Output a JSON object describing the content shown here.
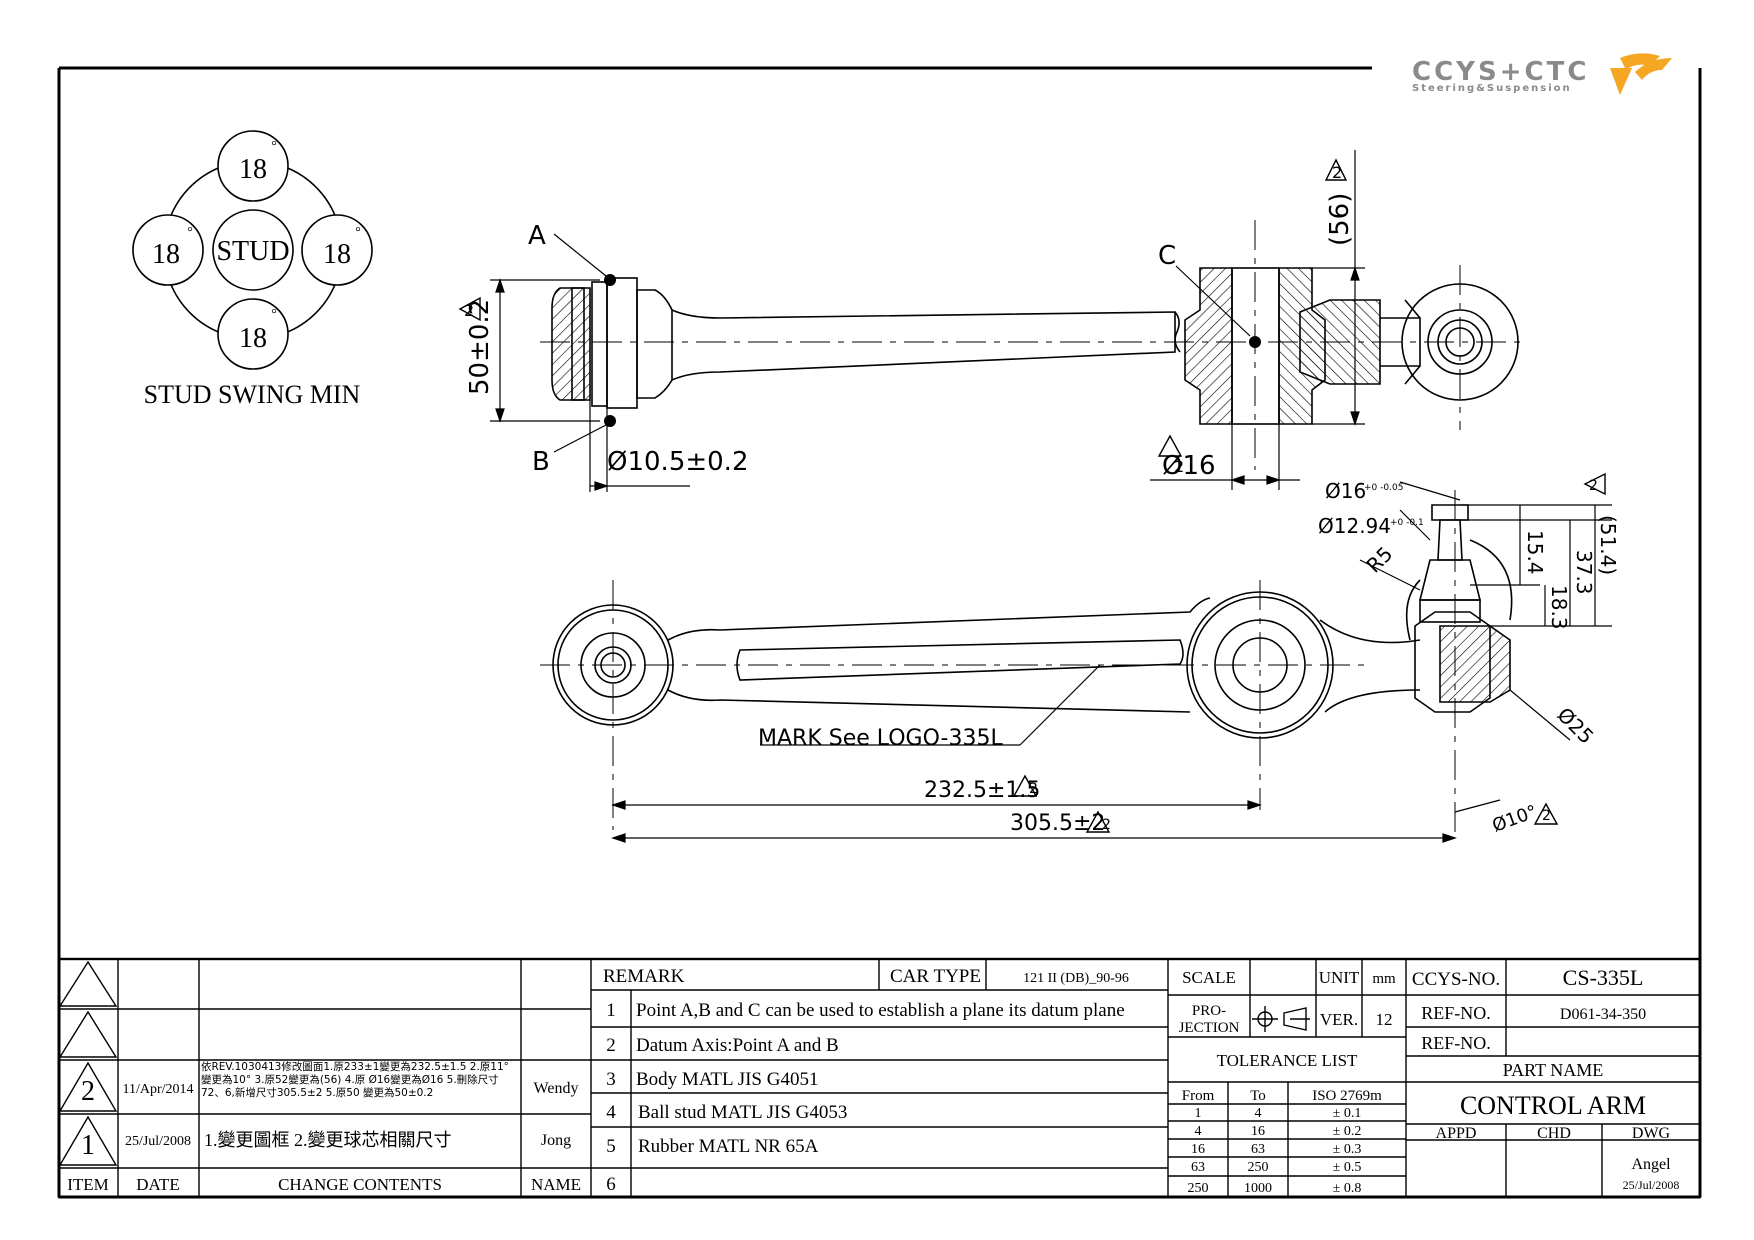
{
  "logo": {
    "brand": "CCYS+CTC",
    "tagline": "Steering&Suspension"
  },
  "stud_swing": {
    "center": "STUD",
    "angles": [
      "18",
      "18",
      "18",
      "18"
    ],
    "degree_mark": "°",
    "caption": "STUD SWING MIN"
  },
  "labels": {
    "point_a": "A",
    "point_b": "B",
    "point_c": "C",
    "dim_50": "50±0.2",
    "dim_10_5": "Ø10.5±0.2",
    "dim_56": "(56)",
    "dim_16": "Ø16",
    "dim_16_top": "Ø16",
    "dim_16_tol": "+0 -0.05",
    "dim_12_94": "Ø12.94",
    "dim_12_94_tol": "+0 -0.1",
    "dim_r5": "R5",
    "dim_15_4": "15.4",
    "dim_18_3": "18.3",
    "dim_37_3": "37.3",
    "dim_51_4": "(51.4)",
    "dim_25": "Ø25",
    "dim_10deg": "Ø10°",
    "mark_note": "MARK See LOGO-335L",
    "dim_232_5": "232.5±1.5",
    "dim_305_5": "305.5±2",
    "rev_num": "2"
  },
  "revisions": [
    {
      "item": "",
      "date": "",
      "contents": "",
      "name": ""
    },
    {
      "item": "",
      "date": "",
      "contents": "",
      "name": ""
    },
    {
      "item": "2",
      "date": "11/Apr/2014",
      "contents": "依REV.1030413修改圖面1.原233±1變更為232.5±1.5 2.原11°變更為10° 3.原52變更為(56) 4.原 Ø16變更為Ø16 5.刪除尺寸72、6,新增尺寸305.5±2 5.原50 變更為50±0.2",
      "name": "Wendy"
    },
    {
      "item": "1",
      "date": "25/Jul/2008",
      "contents": "1.變更圖框 2.變更球芯相關尺寸",
      "name": "Jong"
    }
  ],
  "rev_headers": {
    "item": "ITEM",
    "date": "DATE",
    "contents": "CHANGE CONTENTS",
    "name": "NAME"
  },
  "remark": {
    "title": "REMARK",
    "car_type_label": "CAR TYPE",
    "car_type": "121 II (DB)_90-96",
    "items": [
      {
        "n": "1",
        "text": "Point A,B and C can be used to establish a plane its datum plane"
      },
      {
        "n": "2",
        "text": "Datum Axis:Point A and B"
      },
      {
        "n": "3",
        "text": "Body MATL JIS G4051"
      },
      {
        "n": "4",
        "text": "Ball stud MATL JIS G4053"
      },
      {
        "n": "5",
        "text": "Rubber MATL NR 65A"
      },
      {
        "n": "6",
        "text": ""
      }
    ]
  },
  "scale": {
    "label": "SCALE",
    "value": ""
  },
  "unit": {
    "label": "UNIT",
    "value": "mm"
  },
  "projection": {
    "label1": "PRO-",
    "label2": "JECTION"
  },
  "ver": {
    "label": "VER.",
    "value": "12"
  },
  "tolerance": {
    "title": "TOLERANCE LIST",
    "headers": [
      "From",
      "To",
      "ISO 2769m"
    ],
    "rows": [
      [
        "1",
        "4",
        "± 0.1"
      ],
      [
        "4",
        "16",
        "± 0.2"
      ],
      [
        "16",
        "63",
        "± 0.3"
      ],
      [
        "63",
        "250",
        "± 0.5"
      ],
      [
        "250",
        "1000",
        "± 0.8"
      ]
    ]
  },
  "title_block": {
    "ccys_label": "CCYS-NO.",
    "ccys_no": "CS-335L",
    "ref_label": "REF-NO.",
    "ref_no": "D061-34-350",
    "ref_label2": "REF-NO.",
    "ref_no2": "",
    "part_name_label": "PART NAME",
    "part_name": "CONTROL ARM",
    "appd": "APPD",
    "chd": "CHD",
    "dwg": "DWG",
    "drawer": "Angel",
    "draw_date": "25/Jul/2008"
  },
  "colors": {
    "logo_gray": "#8a8a8a",
    "logo_orange": "#f5a623"
  }
}
